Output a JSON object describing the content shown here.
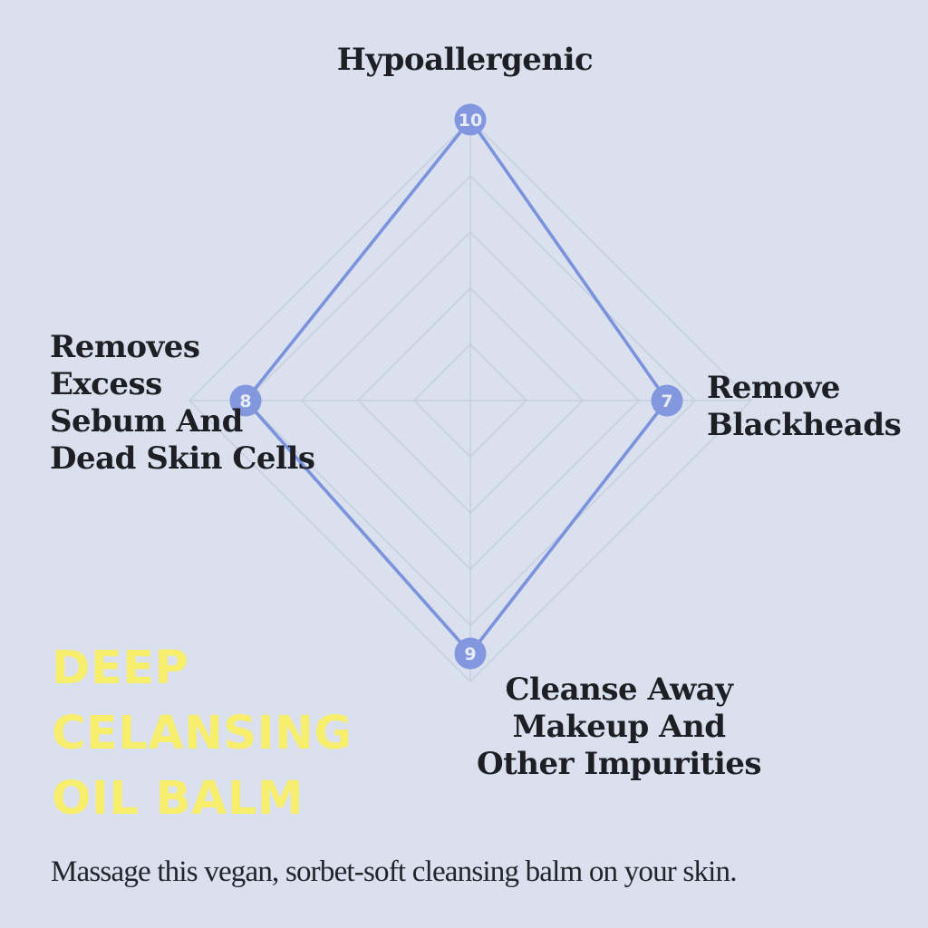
{
  "background_color": "#dae0ee",
  "text_color": "#1e1f24",
  "chart_data": {
    "type": "radar",
    "axes": [
      {
        "label": "Hypoallergenic",
        "value": 10,
        "position": "top"
      },
      {
        "label": "Remove Blackheads",
        "value": 7,
        "position": "right"
      },
      {
        "label": "Cleanse Away Makeup And Other Impurities",
        "value": 9,
        "position": "bottom"
      },
      {
        "label": "Removes Excess Sebum And Dead Skin Cells",
        "value": 8,
        "position": "left"
      }
    ],
    "scale_max": 10,
    "grid_rings": [
      2,
      4,
      6,
      8,
      10
    ],
    "grid_on": true,
    "legend": "none",
    "colors": {
      "data_stroke": "#7b93dd",
      "badge_fill": "#8297de",
      "badge_text": "#e7ecf8",
      "grid_line": "#c3cbdd"
    }
  },
  "radar_labels": {
    "top": {
      "lines": [
        "Hypoallergenic"
      ]
    },
    "right": {
      "lines": [
        "Remove",
        "Blackheads"
      ]
    },
    "bottom": {
      "lines": [
        "Cleanse Away",
        "Makeup And",
        "Other Impurities"
      ]
    },
    "left": {
      "lines": [
        "Removes",
        "Excess",
        "Sebum And",
        "Dead Skin Cells"
      ]
    }
  },
  "title_block": {
    "lines": [
      "DEEP",
      "CELANSING",
      "OIL BALM"
    ],
    "color": "#f8ee6e"
  },
  "caption": {
    "text": "Massage this vegan, sorbet-soft cleansing balm on your skin."
  }
}
